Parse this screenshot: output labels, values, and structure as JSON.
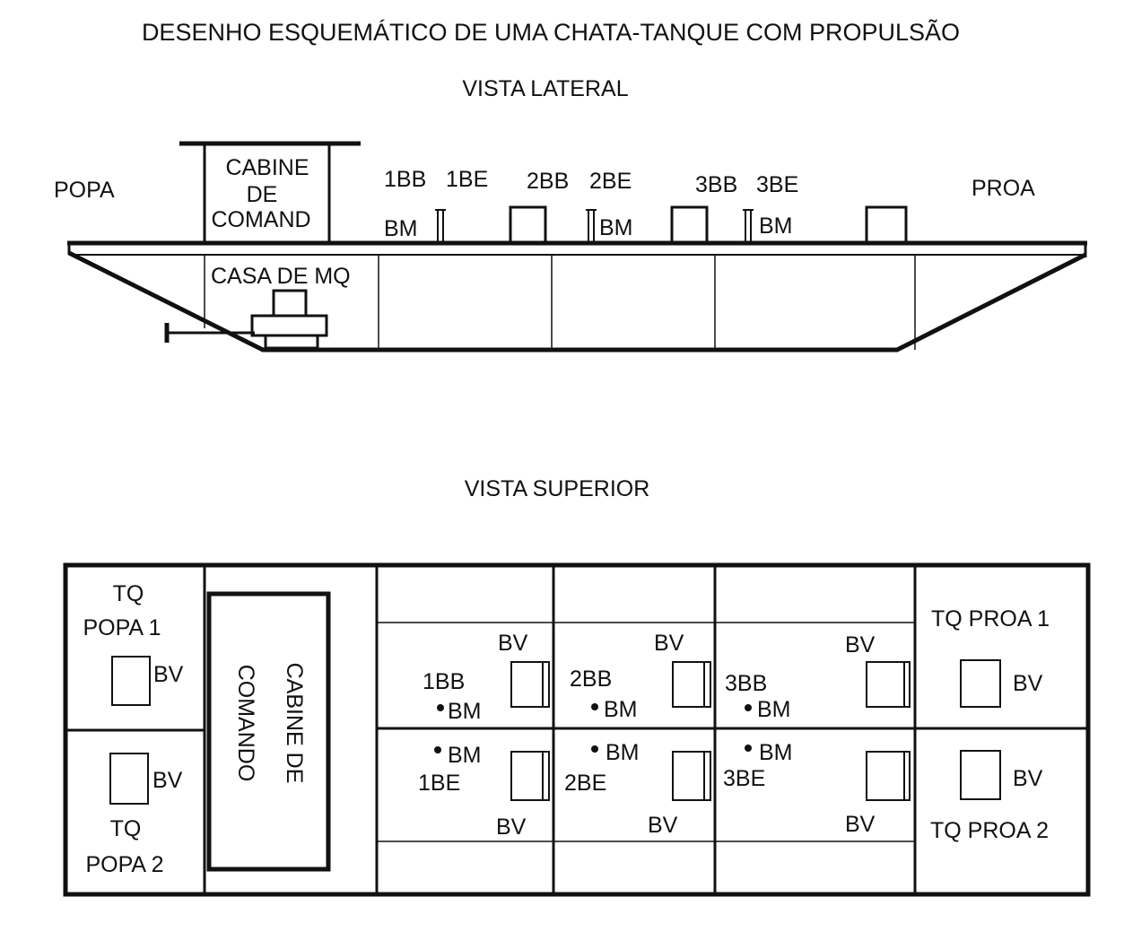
{
  "title": "DESENHO ESQUEMÁTICO DE UMA CHATA-TANQUE COM PROPULSÃO",
  "side_view": {
    "title": "VISTA LATERAL",
    "popa": "POPA",
    "proa": "PROA",
    "cabin": [
      "CABINE",
      "DE",
      "COMAND"
    ],
    "engine_room": "CASA DE MQ",
    "tank_labels": [
      "1BB",
      "1BE",
      "2BB",
      "2BE",
      "3BB",
      "3BE"
    ],
    "pump_labels": [
      "BM",
      "BM",
      "BM"
    ]
  },
  "top_view": {
    "title": "VISTA SUPERIOR",
    "popa_tank_1": [
      "TQ",
      "POPA 1"
    ],
    "popa_tank_2": [
      "TQ",
      "POPA 2"
    ],
    "cabin": [
      "CABINE DE",
      "COMANDO"
    ],
    "proa_tank_1": "TQ PROA 1",
    "proa_tank_2": "TQ PROA 2",
    "tanks": [
      {
        "upper": "1BB",
        "lower": "1BE"
      },
      {
        "upper": "2BB",
        "lower": "2BE"
      },
      {
        "upper": "3BB",
        "lower": "3BE"
      }
    ],
    "valve_label": "BV",
    "pump_label": "BM"
  }
}
